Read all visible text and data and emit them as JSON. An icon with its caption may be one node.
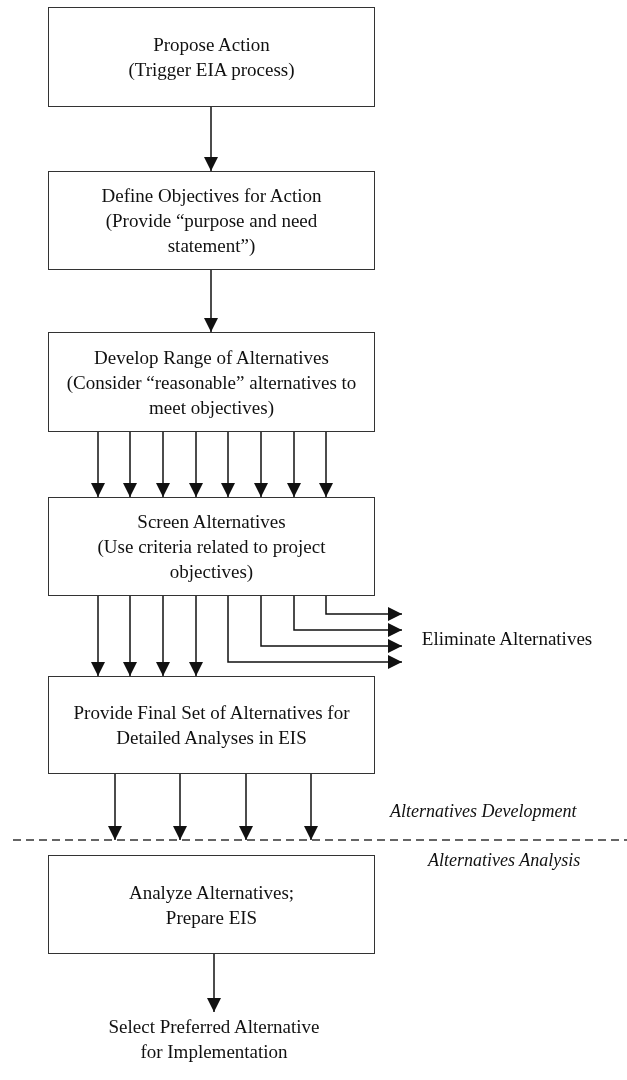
{
  "diagram": {
    "nodes": [
      {
        "text": [
          "Propose Action",
          "(Trigger EIA process)"
        ]
      },
      {
        "text": [
          "Define Objectives for Action",
          "(Provide “purpose and need statement”)"
        ]
      },
      {
        "text": [
          "Develop Range of Alternatives",
          "(Consider “reasonable” alternatives to meet objectives)"
        ]
      },
      {
        "text": [
          "Screen Alternatives",
          "(Use criteria related to project objectives)"
        ]
      },
      {
        "text": [
          "Eliminate Alternatives"
        ]
      },
      {
        "text": [
          "Provide Final Set of Alternatives for Detailed Analyses in EIS"
        ]
      },
      {
        "text": [
          "Analyze Alternatives; Prepare EIS"
        ]
      },
      {
        "text": [
          "Select Preferred Alternative for Implementation"
        ]
      }
    ],
    "edges": [
      {
        "from": 0,
        "to": 1,
        "arrow": "to"
      },
      {
        "from": 1,
        "to": 2,
        "arrow": "to"
      },
      {
        "from": 2,
        "to": 3,
        "arrow": "to"
      },
      {
        "from": 2,
        "to": 3,
        "arrow": "to"
      },
      {
        "from": 2,
        "to": 3,
        "arrow": "to"
      },
      {
        "from": 2,
        "to": 3,
        "arrow": "to"
      },
      {
        "from": 2,
        "to": 3,
        "arrow": "to"
      },
      {
        "from": 2,
        "to": 3,
        "arrow": "to"
      },
      {
        "from": 2,
        "to": 3,
        "arrow": "to"
      },
      {
        "from": 2,
        "to": 3,
        "arrow": "to"
      },
      {
        "from": 3,
        "to": 5,
        "arrow": "to"
      },
      {
        "from": 3,
        "to": 5,
        "arrow": "to"
      },
      {
        "from": 3,
        "to": 5,
        "arrow": "to"
      },
      {
        "from": 3,
        "to": 5,
        "arrow": "to"
      },
      {
        "from": 3,
        "to": 4,
        "arrow": "to"
      },
      {
        "from": 3,
        "to": 4,
        "arrow": "to"
      },
      {
        "from": 3,
        "to": 4,
        "arrow": "to"
      },
      {
        "from": 3,
        "to": 4,
        "arrow": "to"
      },
      {
        "from": 5,
        "to": 6,
        "arrow": "to"
      },
      {
        "from": 5,
        "to": 6,
        "arrow": "to"
      },
      {
        "from": 5,
        "to": 6,
        "arrow": "to"
      },
      {
        "from": 5,
        "to": 6,
        "arrow": "to"
      },
      {
        "from": 6,
        "to": 7,
        "arrow": "to"
      }
    ],
    "labels": [
      "Alternatives Development",
      "Alternatives Analysis"
    ]
  }
}
